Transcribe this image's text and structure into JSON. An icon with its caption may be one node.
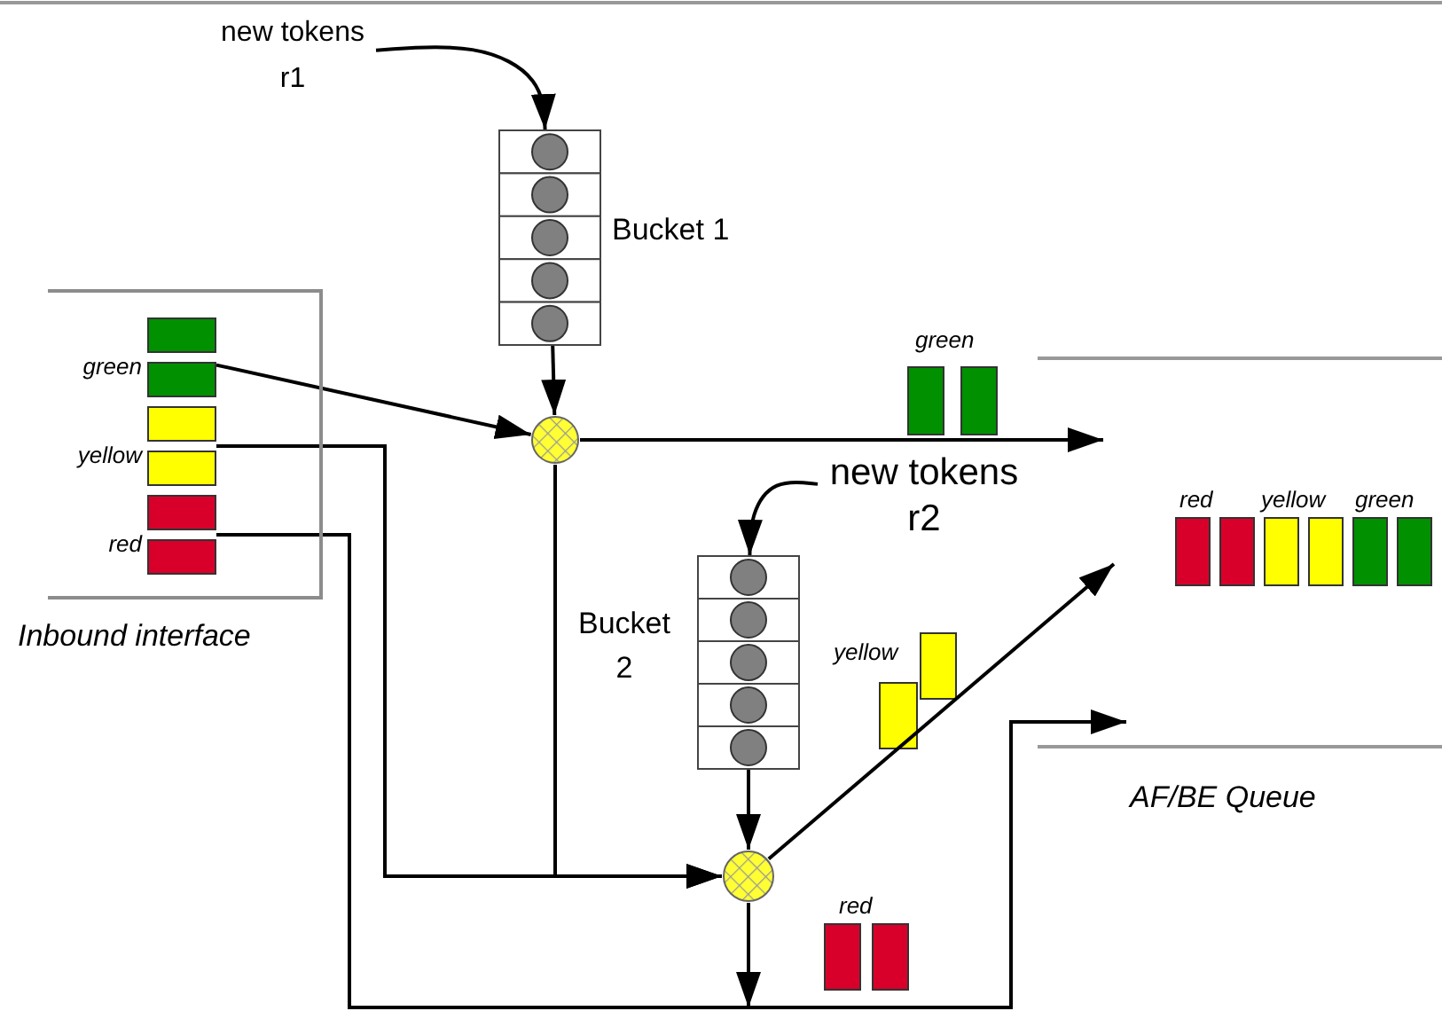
{
  "diagram": {
    "nodes": [
      {
        "text": [
          "Inbound interface"
        ]
      },
      {
        "text": [
          "green"
        ],
        "in": 0
      },
      {
        "text": [
          "yellow"
        ],
        "in": 0
      },
      {
        "text": [
          "red"
        ],
        "in": 0
      },
      {
        "text": [
          "Bucket 1"
        ]
      },
      {
        "text": [
          "new tokens r1"
        ]
      },
      {
        "text": [],
        "shape": "circle"
      },
      {
        "text": [
          "Bucket 2"
        ]
      },
      {
        "text": [
          "new tokens r2"
        ]
      },
      {
        "text": [],
        "shape": "circle"
      }
    ],
    "edges": [
      {
        "from": 5,
        "to": 4,
        "arrow": "to"
      },
      {
        "from": 4,
        "to": 6,
        "arrow": "to"
      },
      {
        "from": 1,
        "to": 6,
        "arrow": "to"
      },
      {
        "from": 6,
        "to": null,
        "arrow": "to"
      },
      {
        "from": 6,
        "to": 9,
        "arrow": "to"
      },
      {
        "from": 2,
        "to": 9,
        "arrow": "to"
      },
      {
        "from": 8,
        "to": 7,
        "arrow": "to"
      },
      {
        "from": 7,
        "to": 9,
        "arrow": "to"
      },
      {
        "from": 9,
        "to": null,
        "arrow": "to"
      },
      {
        "from": 9,
        "to": null,
        "arrow": "to"
      },
      {
        "from": 3,
        "to": null,
        "arrow": "to"
      }
    ],
    "labels": [
      "green",
      "red",
      "yellow",
      "green",
      "yellow",
      "AF/BE Queue",
      "red"
    ]
  }
}
